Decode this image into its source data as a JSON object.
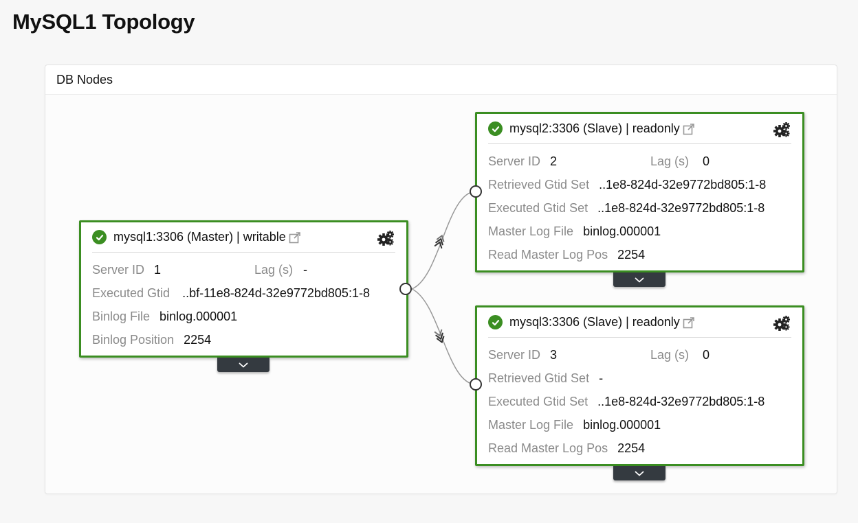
{
  "page": {
    "title": "MySQL1 Topology"
  },
  "panel": {
    "title": "DB Nodes"
  },
  "colors": {
    "node_border": "#3b8e22",
    "toggle_bg": "#343a40",
    "label": "#8a8a8a"
  },
  "nodes": {
    "master": {
      "title": "mysql1:3306 (Master) | writable",
      "server_id_label": "Server ID",
      "server_id": "1",
      "lag_label": "Lag (s)",
      "lag": "-",
      "executed_gtid_label": "Executed Gtid",
      "executed_gtid": "..bf-11e8-824d-32e9772bd805:1-8",
      "binlog_file_label": "Binlog File",
      "binlog_file": "binlog.000001",
      "binlog_position_label": "Binlog Position",
      "binlog_position": "2254"
    },
    "slave1": {
      "title": "mysql2:3306 (Slave) | readonly",
      "server_id_label": "Server ID",
      "server_id": "2",
      "lag_label": "Lag (s)",
      "lag": "0",
      "retrieved_gtid_label": "Retrieved Gtid Set",
      "retrieved_gtid": "..1e8-824d-32e9772bd805:1-8",
      "executed_gtid_label": "Executed Gtid Set",
      "executed_gtid": "..1e8-824d-32e9772bd805:1-8",
      "master_log_file_label": "Master Log File",
      "master_log_file": "binlog.000001",
      "read_master_log_pos_label": "Read Master Log Pos",
      "read_master_log_pos": "2254"
    },
    "slave2": {
      "title": "mysql3:3306 (Slave) | readonly",
      "server_id_label": "Server ID",
      "server_id": "3",
      "lag_label": "Lag (s)",
      "lag": "0",
      "retrieved_gtid_label": "Retrieved Gtid Set",
      "retrieved_gtid": "-",
      "executed_gtid_label": "Executed Gtid Set",
      "executed_gtid": "..1e8-824d-32e9772bd805:1-8",
      "master_log_file_label": "Master Log File",
      "master_log_file": "binlog.000001",
      "read_master_log_pos_label": "Read Master Log Pos",
      "read_master_log_pos": "2254"
    }
  },
  "icons": {
    "status": "check-circle-icon",
    "link": "external-link-icon",
    "settings": "gears-icon",
    "expand": "chevron-down-icon",
    "replication": "double-chevron-arrow-icon"
  }
}
